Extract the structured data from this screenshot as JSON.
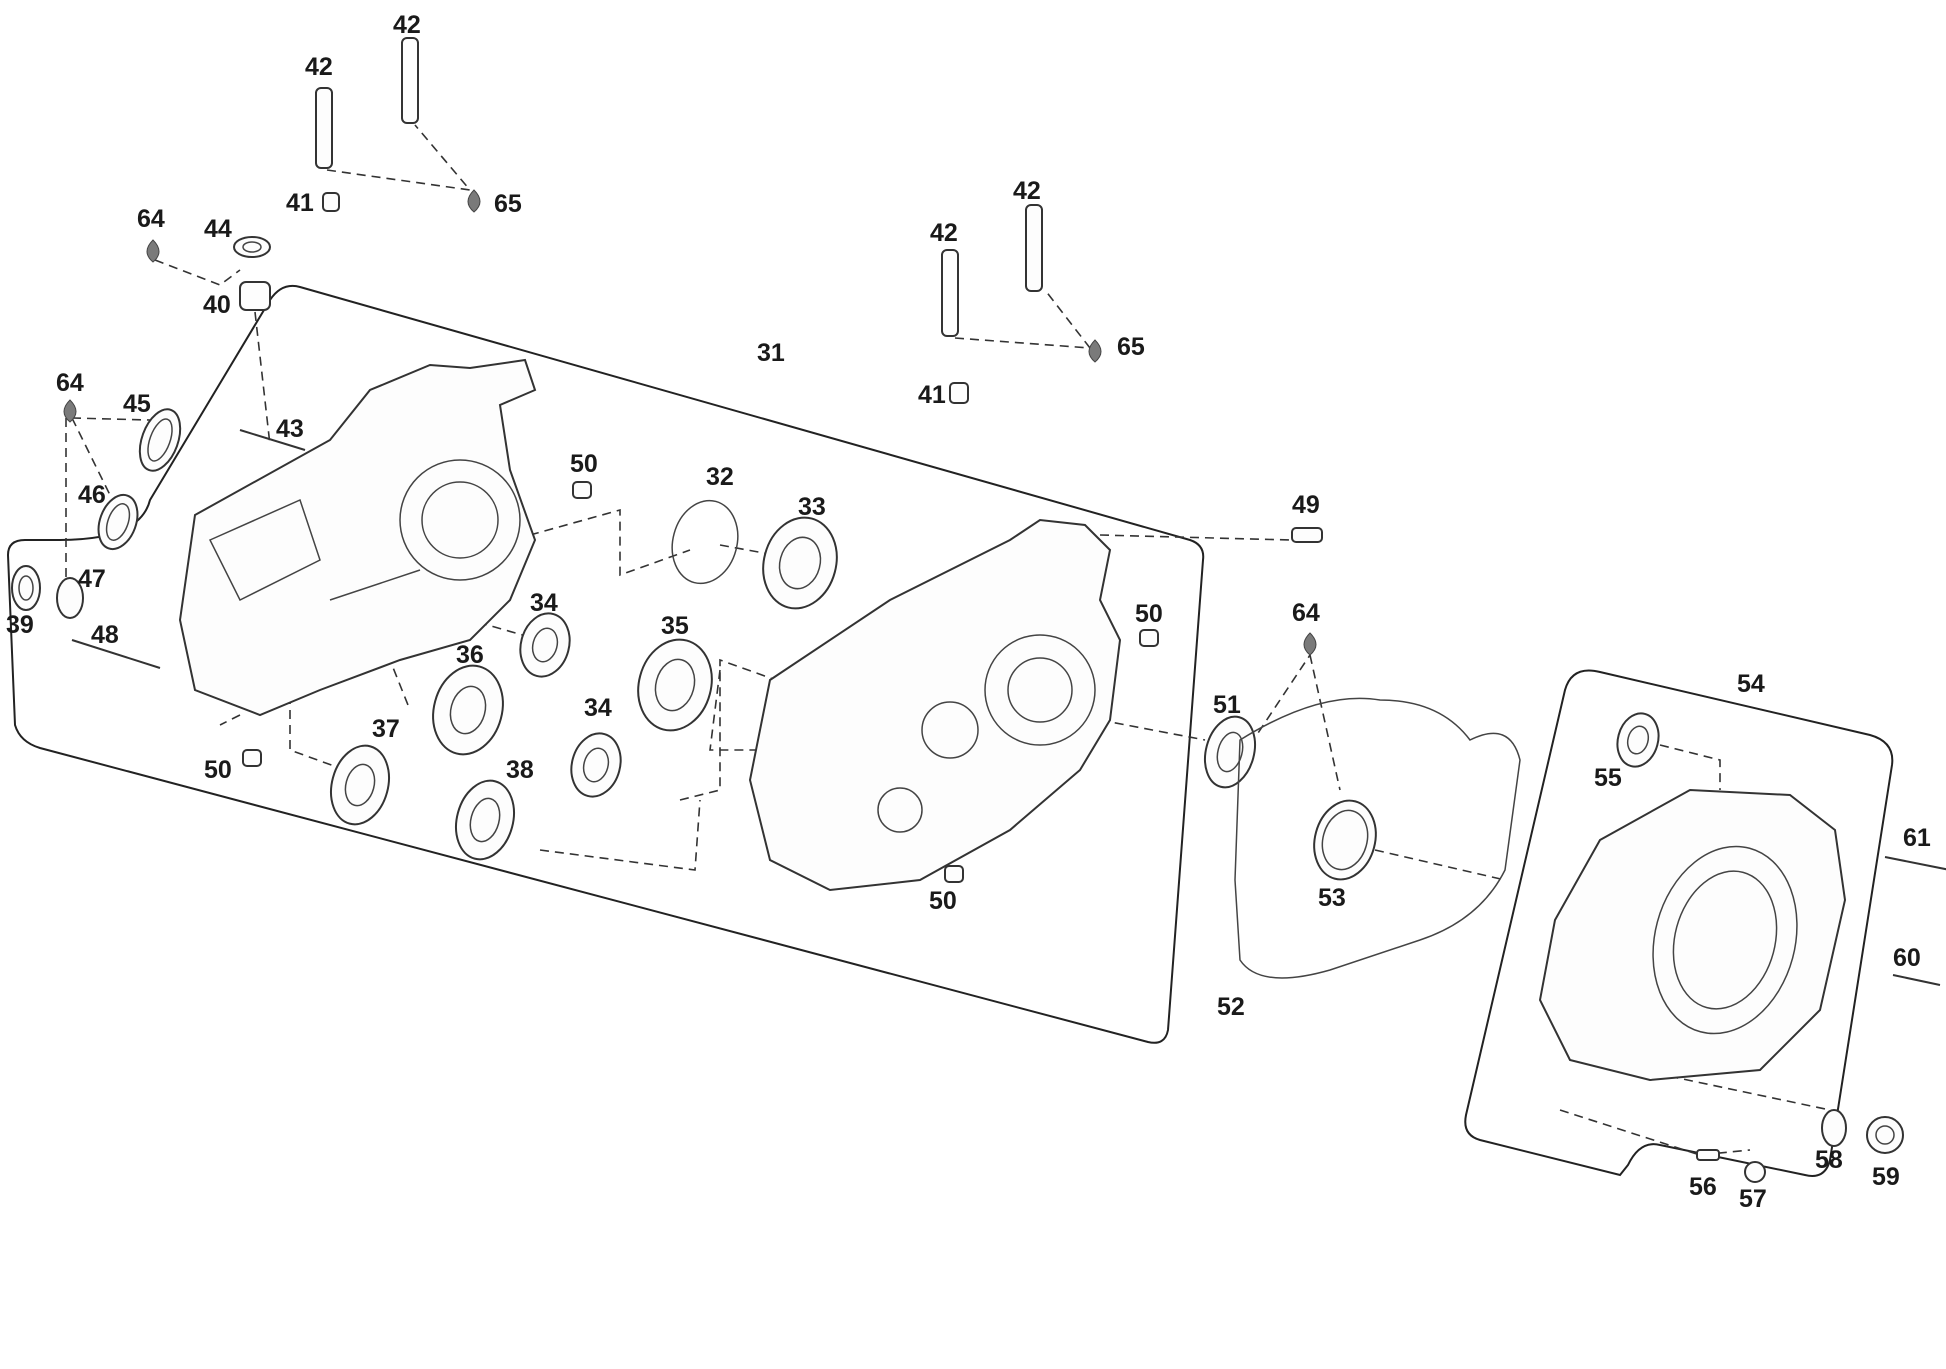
{
  "labels": {
    "31": "31",
    "32": "32",
    "33": "33",
    "34a": "34",
    "34b": "34",
    "35": "35",
    "36": "36",
    "37": "37",
    "38": "38",
    "39": "39",
    "40": "40",
    "41a": "41",
    "41b": "41",
    "42a": "42",
    "42b": "42",
    "42c": "42",
    "42d": "42",
    "43": "43",
    "44": "44",
    "45": "45",
    "46": "46",
    "47": "47",
    "48": "48",
    "49": "49",
    "50a": "50",
    "50b": "50",
    "50c": "50",
    "50d": "50",
    "51": "51",
    "52": "52",
    "53": "53",
    "54": "54",
    "55": "55",
    "56": "56",
    "57": "57",
    "58": "58",
    "59": "59",
    "60": "60",
    "61": "61",
    "64a": "64",
    "64b": "64",
    "64c": "64",
    "65a": "65",
    "65b": "65"
  },
  "colors": {
    "line": "#333333",
    "text": "#1a1a1a",
    "grease": "#7a7a7a"
  }
}
